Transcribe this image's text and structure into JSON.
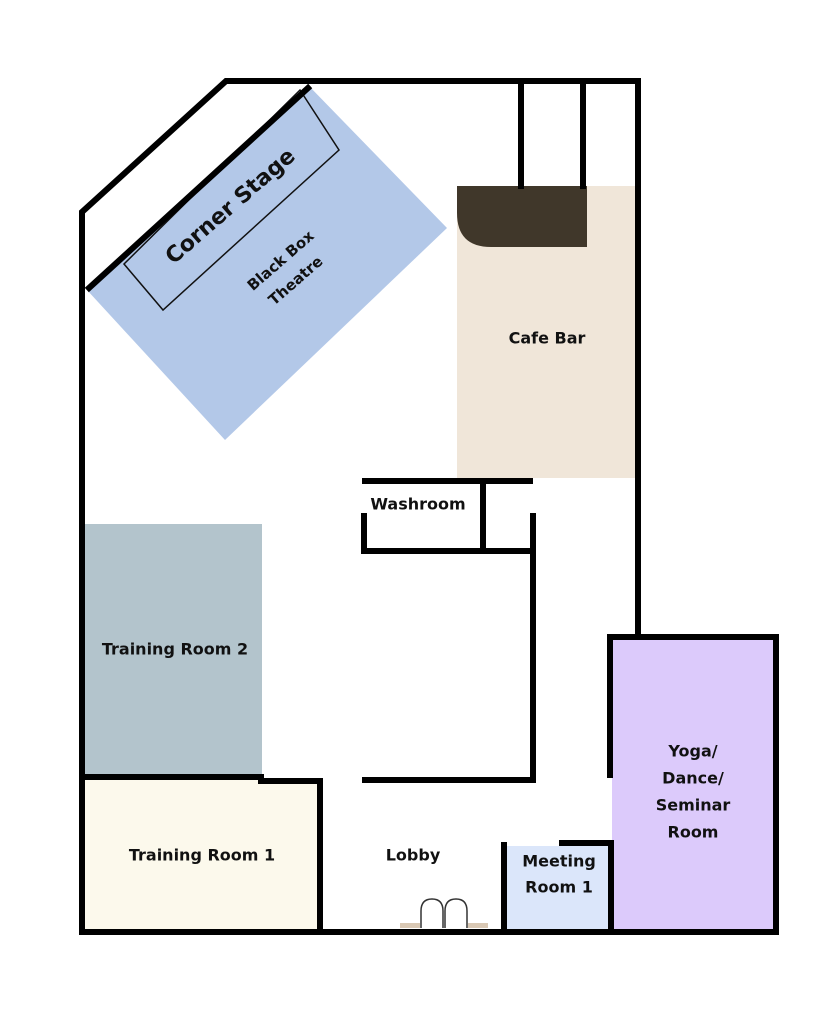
{
  "rooms": {
    "corner_stage": {
      "label": "Corner Stage"
    },
    "black_box_theatre": {
      "line1": "Black Box",
      "line2": "Theatre",
      "color": "#b3c8e8"
    },
    "cafe_bar": {
      "label": "Cafe Bar",
      "color": "#f0e6d9",
      "counter_color": "#40372a"
    },
    "washroom": {
      "label": "Washroom"
    },
    "training_room_2": {
      "label": "Training Room 2",
      "color": "#b3c4cc"
    },
    "training_room_1": {
      "label": "Training Room 1",
      "color": "#fcf9ec"
    },
    "lobby": {
      "label": "Lobby"
    },
    "meeting_room_1": {
      "line1": "Meeting",
      "line2": "Room 1",
      "color": "#dbe6fa"
    },
    "yoga_dance_seminar": {
      "line1": "Yoga/",
      "line2": "Dance/",
      "line3": "Seminar",
      "line4": "Room",
      "color": "#dccafb"
    }
  },
  "walls": {
    "color": "#000000"
  }
}
